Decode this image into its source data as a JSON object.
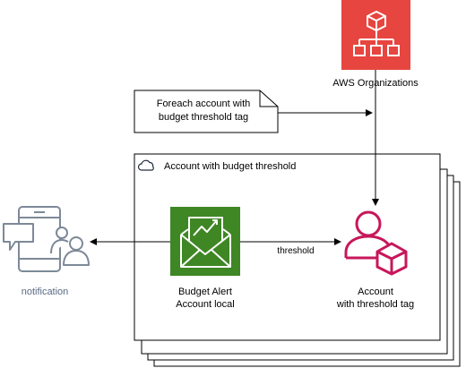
{
  "diagram": {
    "organizations": {
      "label": "AWS Organizations",
      "color": "#E7453F"
    },
    "note": {
      "line1": "Foreach account with",
      "line2": "budget threshold tag"
    },
    "group": {
      "title": "Account with budget threshold",
      "border_color": "#232F3E"
    },
    "budget": {
      "line1": "Budget Alert",
      "line2": "Account local",
      "color": "#3F8624"
    },
    "account": {
      "line1": "Account",
      "line2": "with threshold tag",
      "color": "#C7175B"
    },
    "notification": {
      "label": "notification",
      "color": "#7D8998"
    },
    "edge_label": "threshold"
  }
}
